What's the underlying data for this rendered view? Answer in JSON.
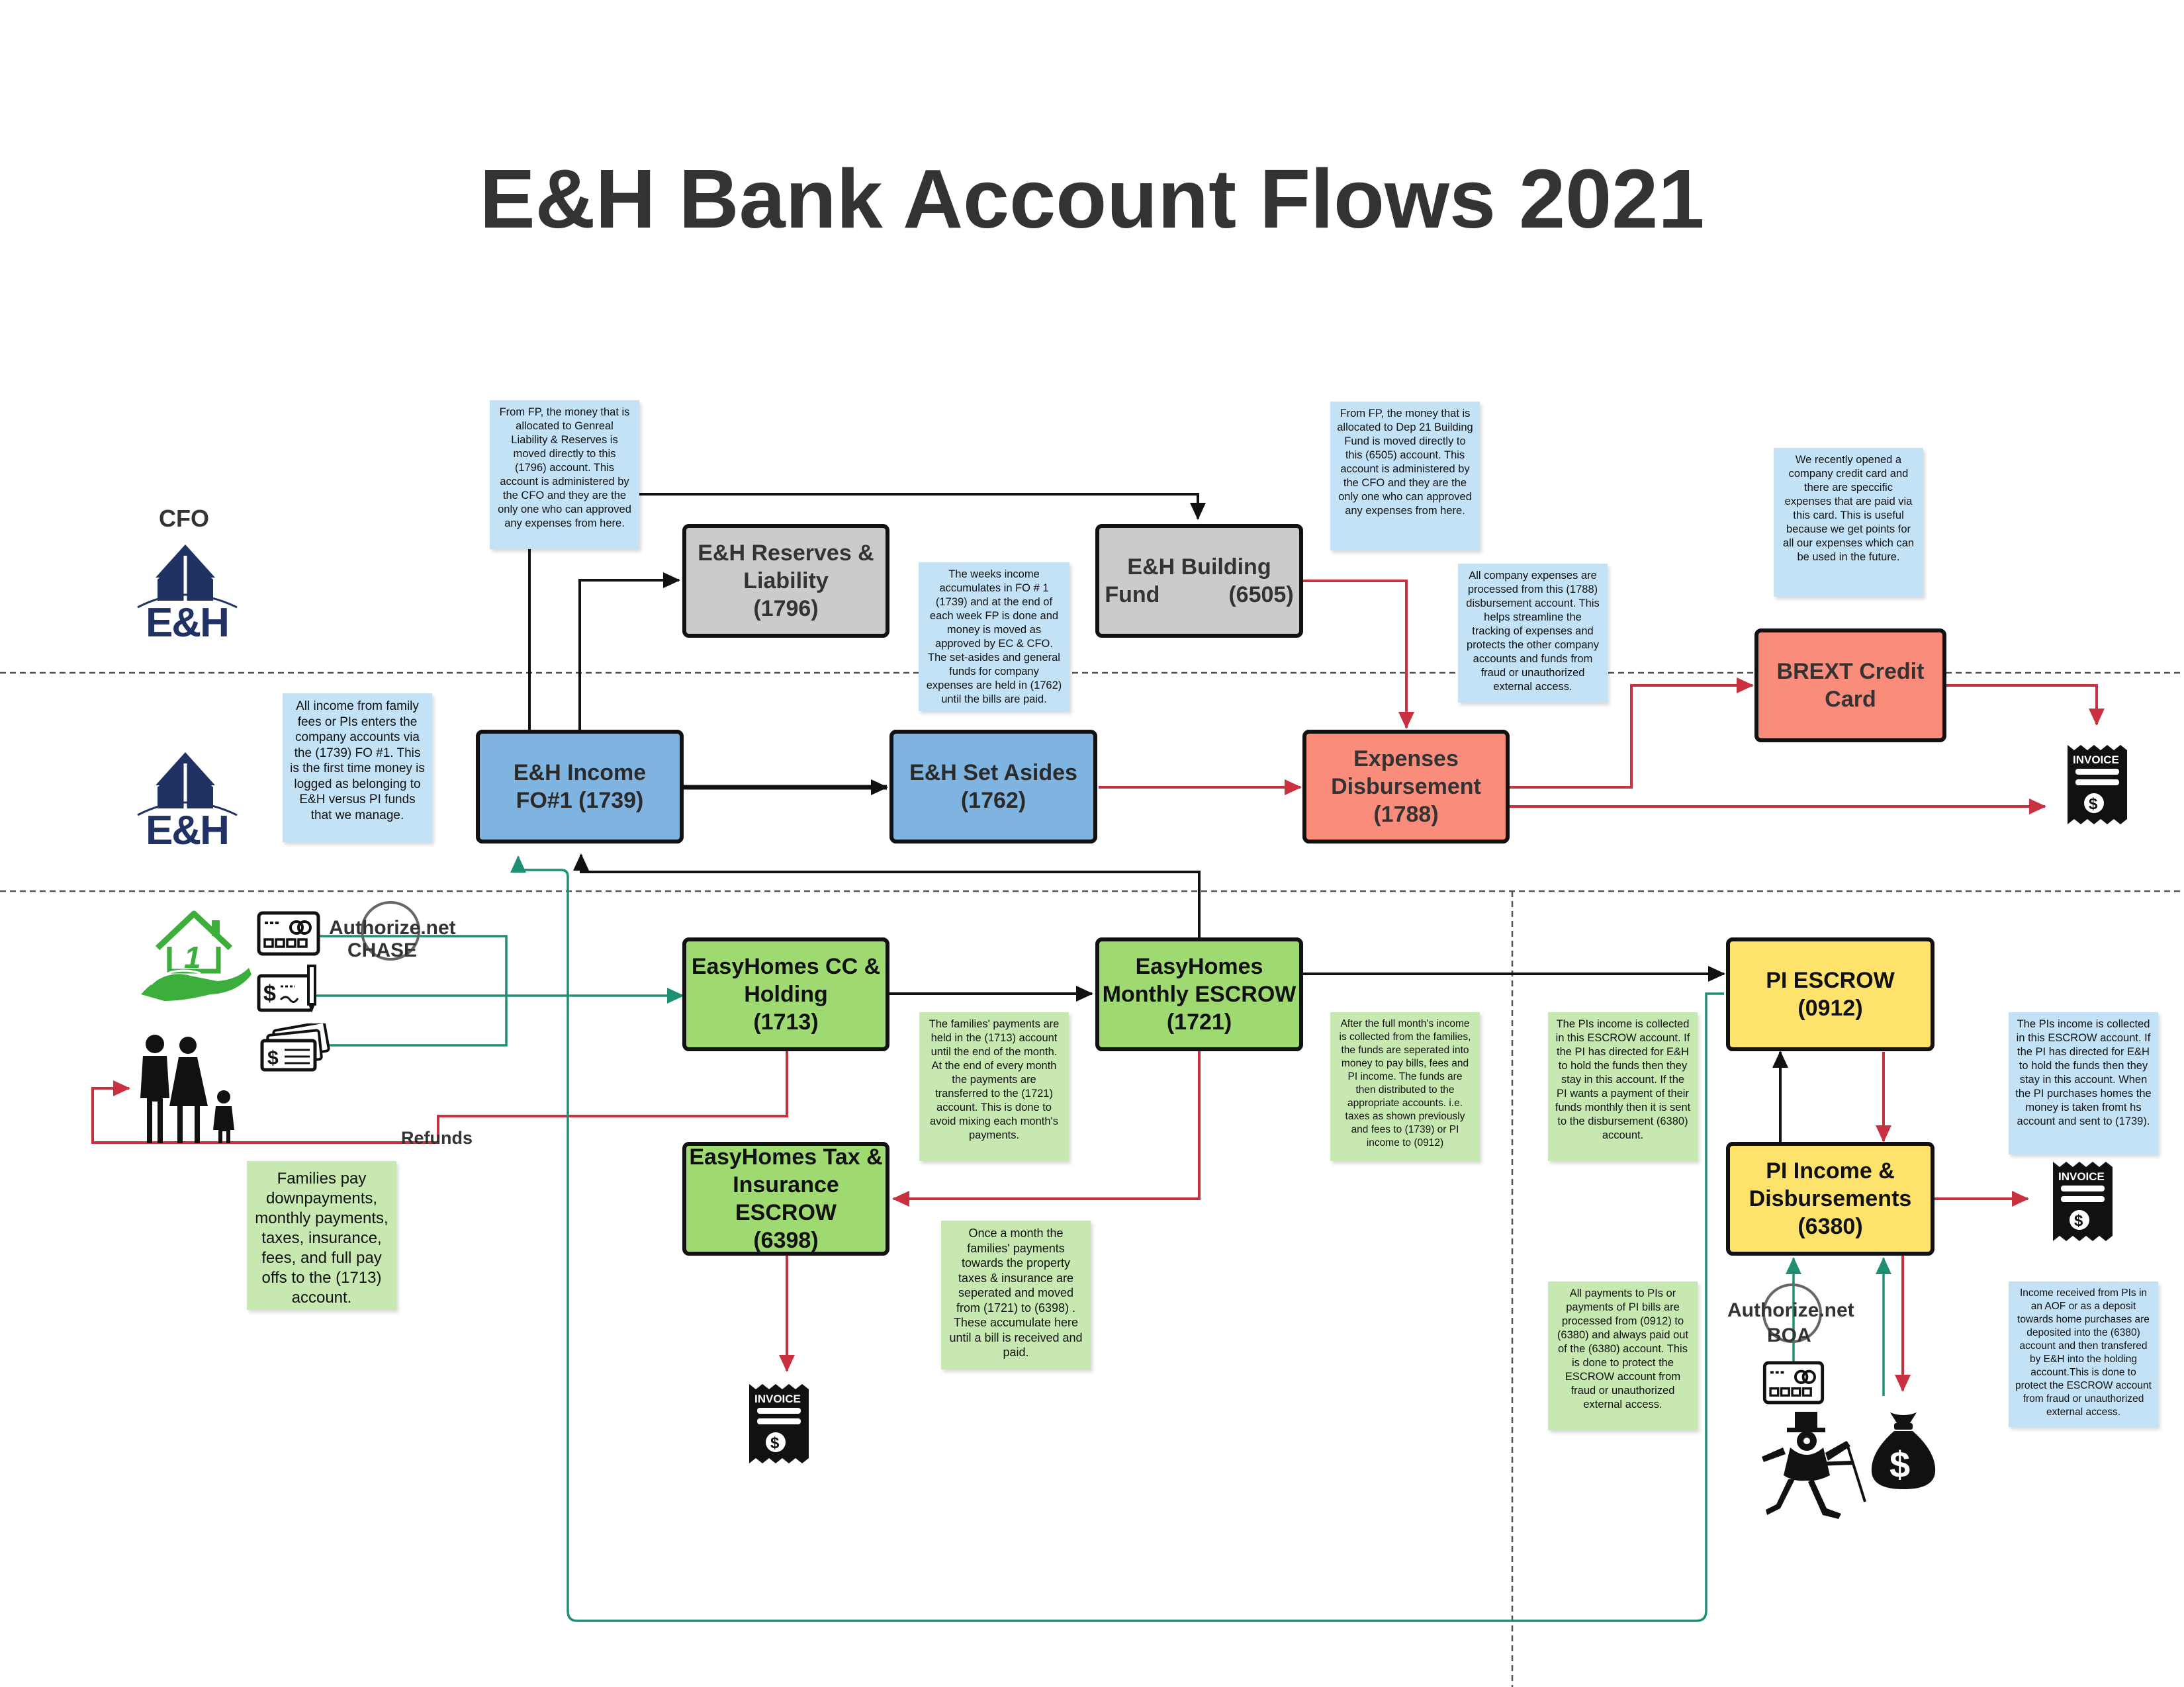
{
  "title": "E&H Bank Account Flows 2021",
  "lanes": {
    "cfo_label": "CFO"
  },
  "logos": {
    "top_text": "E&H",
    "bottom_text": "E&H"
  },
  "boxes": {
    "reserves": {
      "lines": [
        "E&H Reserves &",
        "Liability",
        "(1796)"
      ]
    },
    "building": {
      "lines": [
        "E&H Building",
        "Fund           (6505)"
      ]
    },
    "income": {
      "lines": [
        "E&H Income",
        "FO#1 (1739)"
      ]
    },
    "set_asides": {
      "lines": [
        "E&H Set Asides",
        "(1762)"
      ]
    },
    "expenses": {
      "lines": [
        "Expenses",
        "Disbursement",
        "(1788)"
      ]
    },
    "brext": {
      "lines": [
        "BREXT Credit",
        "Card"
      ]
    },
    "holding": {
      "lines": [
        "EasyHomes CC &",
        "Holding",
        "(1713)"
      ]
    },
    "monthly_escrow": {
      "lines": [
        "EasyHomes",
        "Monthly ESCROW",
        "(1721)"
      ]
    },
    "tax_escrow": {
      "lines": [
        "EasyHomes Tax &",
        "Insurance",
        "ESCROW",
        "(6398)"
      ]
    },
    "pi_escrow": {
      "lines": [
        "PI ESCROW",
        "(0912)"
      ]
    },
    "pi_disb": {
      "lines": [
        "PI Income &",
        "Disbursements",
        "(6380)"
      ]
    }
  },
  "notes": {
    "fp_reserves": "From FP, the money that is allocated to Genreal Liability & Reserves  is moved directly to this (1796) account. This account is administered by the CFO and they are the only one who can approved any expenses from here.",
    "fp_building": "From FP, the money that is allocated to Dep 21 Building Fund is moved directly to this (6505) account. This account is administered by the CFO and they are the only one who can approved any expenses from here.",
    "brext": "We recently opened a company credit card and there are speccific expenses that are paid via this card. This is useful because we get points for all our expenses which can be used in the future.",
    "weeks_income": "The weeks income accumulates in FO # 1 (1739) and at the end of each week FP is done and money is moved as approved by EC & CFO. The set-asides and general funds for company expenses are held in (1762) until the bills are paid.",
    "company_expenses": "All company expenses are processed from this (1788) disbursement account. This helps streamline the tracking of expenses and protects the other company accounts and funds from fraud or unauthorized external access.",
    "all_income": "All income from family fees or PIs enters the company accounts via the (1739) FO #1. This is the first time money is logged as belonging to E&H versus PI funds that we manage.",
    "families_payments": "The families' payments are held in the (1713) account until the end of the month. At the end of every month the payments are transferred to the (1721) account. This is done to avoid mixing each month's payments.",
    "after_month": "After the full month's income is collected from the families, the funds are seperated into money to pay bills, fees and PI income. The funds are then distributed to the appropriate accounts. i.e. taxes as shown previously and fees to (1739) or PI income to (0912)",
    "pi_income_collected": "The PIs income is collected in this ESCROW account. If the PI has directed for E&H to hold the funds then they stay in this account. If the PI wants a payment of their funds monthly then it is sent to the disbursement (6380) account.",
    "pi_income_right": "The PIs income is collected in this ESCROW account. If the PI has directed for E&H to hold the funds then they stay in this account. When the PI purchases homes the money is taken fromt hs account and sent to (1739).",
    "families_pay": "Families pay downpayments, monthly payments, taxes, insurance, fees, and full pay offs to the (1713) account.",
    "once_a_month": "Once a month the families' payments towards the property taxes & insurance are seperated and moved from (1721) to (6398) . These accumulate here until a bill is received and paid.",
    "all_payments_pi": "All payments to PIs or payments of PI bills are processed from (0912) to (6380) and always paid out of the (6380) account. This is done to protect the ESCROW account from fraud or unauthorized external access.",
    "income_received_pi": "Income received from PIs in an AOF or as a deposit towards home purchases are deposited into the (6380) account and then transfered by E&H into the holding account.This is done to protect the ESCROW account from fraud or unauthorized external access."
  },
  "labels": {
    "authorize_chase_line1": "Authorize.net",
    "authorize_chase_line2": "CHASE",
    "authorize_boa_line1": "Authorize.net",
    "authorize_boa_line2": "BOA",
    "refunds": "Refunds",
    "invoice_word": "INVOICE",
    "dollar_sign": "$"
  },
  "colors": {
    "black_flow": "#111111",
    "red_flow": "#c8313f",
    "green_flow": "#1f8f74",
    "logo_navy": "#1f3263",
    "house_green": "#3cae3c"
  },
  "icons": [
    "house-hands-icon",
    "credit-card-icon",
    "check-icon",
    "cash-icon",
    "family-icon",
    "invoice-icon",
    "money-bag-icon",
    "monopoly-man-icon",
    "eh-logo-icon"
  ]
}
